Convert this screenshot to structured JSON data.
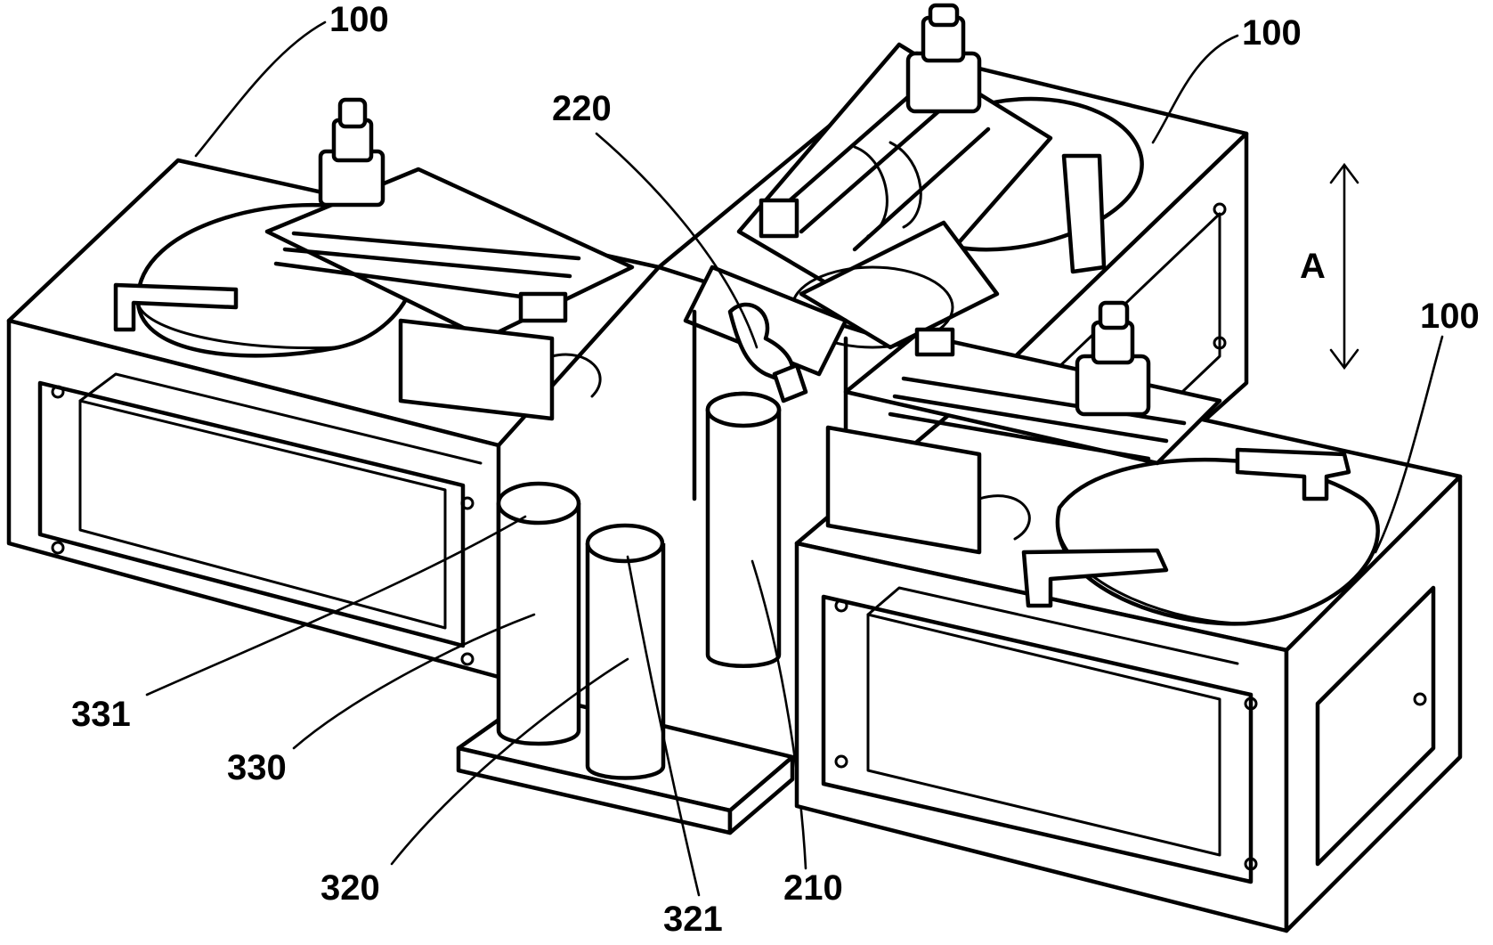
{
  "figure": {
    "labels": {
      "unit_left": "100",
      "unit_top": "100",
      "unit_right": "100",
      "gripper": "220",
      "arrow_direction": "A",
      "label_331": "331",
      "label_330": "330",
      "label_320": "320",
      "label_321": "321",
      "label_210": "210"
    }
  }
}
